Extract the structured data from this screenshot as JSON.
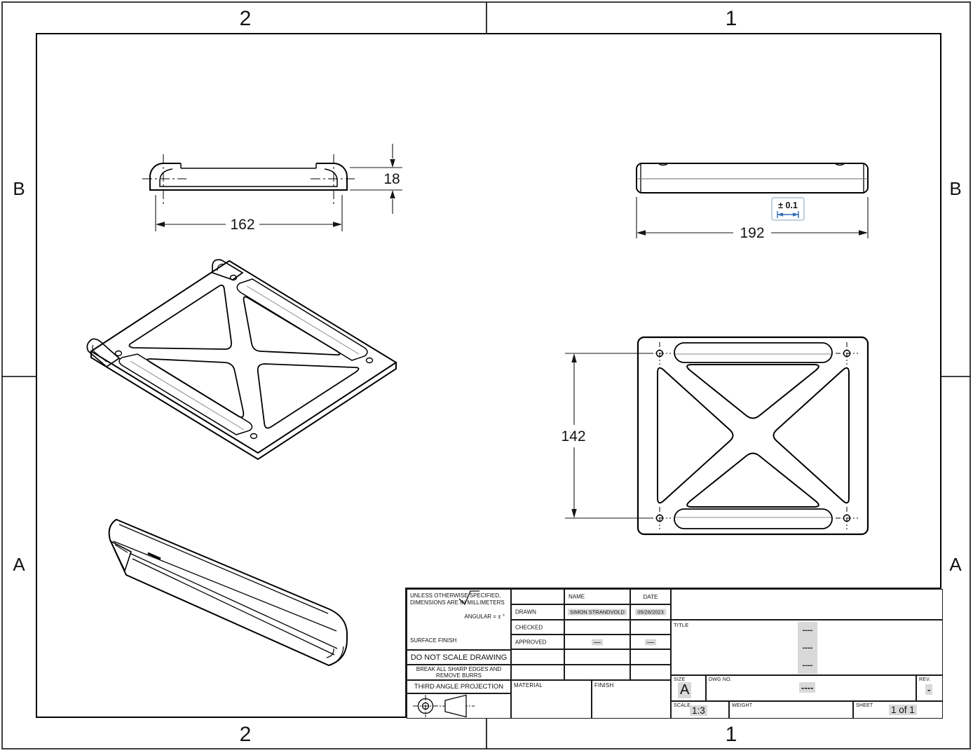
{
  "sheet": {
    "zones": {
      "top": [
        "2",
        "1"
      ],
      "bottom": [
        "2",
        "1"
      ],
      "left": [
        "B",
        "A"
      ],
      "right": [
        "B",
        "A"
      ]
    }
  },
  "dimensions": {
    "side_view_width": "162",
    "side_view_height": "18",
    "front_view_width": "192",
    "top_view_height": "142",
    "tolerance": "± 0.1"
  },
  "title_block": {
    "notes": {
      "line1": "UNLESS OTHERWISE SPECIFIED,",
      "line2": "DIMENSIONS ARE IN MILLIMETERS",
      "angular": "ANGULAR = ± °",
      "surface_finish_label": "SURFACE FINISH",
      "do_not_scale": "DO NOT SCALE DRAWING",
      "break_edges_line1": "BREAK ALL SHARP EDGES AND",
      "break_edges_line2": "REMOVE BURRS",
      "projection_label": "THIRD ANGLE PROJECTION"
    },
    "approval_table": {
      "name_header": "NAME",
      "date_header": "DATE",
      "rows": [
        {
          "label": "DRAWN",
          "name": "SIMON STRANDVOLD",
          "date": "05/26/2023"
        },
        {
          "label": "CHECKED",
          "name": "",
          "date": ""
        },
        {
          "label": "APPROVED",
          "name": "----",
          "date": "----"
        }
      ]
    },
    "material_label": "MATERIAL",
    "finish_label": "FINISH",
    "title_label": "TITLE",
    "title_value_lines": [
      "----",
      "----",
      "----"
    ],
    "size_label": "SIZE",
    "size_value": "A",
    "dwg_no_label": "DWG NO.",
    "dwg_no_value": "----",
    "rev_label": "REV.",
    "rev_value": "-",
    "scale_label": "SCALE",
    "scale_value": "1:3",
    "weight_label": "WEIGHT",
    "sheet_label": "SHEET",
    "sheet_value": "1 of 1"
  },
  "colors": {
    "line": "#141414",
    "highlight": "#d9d9d9",
    "tolerance_border": "#aebfd1",
    "tolerance_accent": "#2a6db5",
    "fold_line": "#8a8a8a"
  }
}
